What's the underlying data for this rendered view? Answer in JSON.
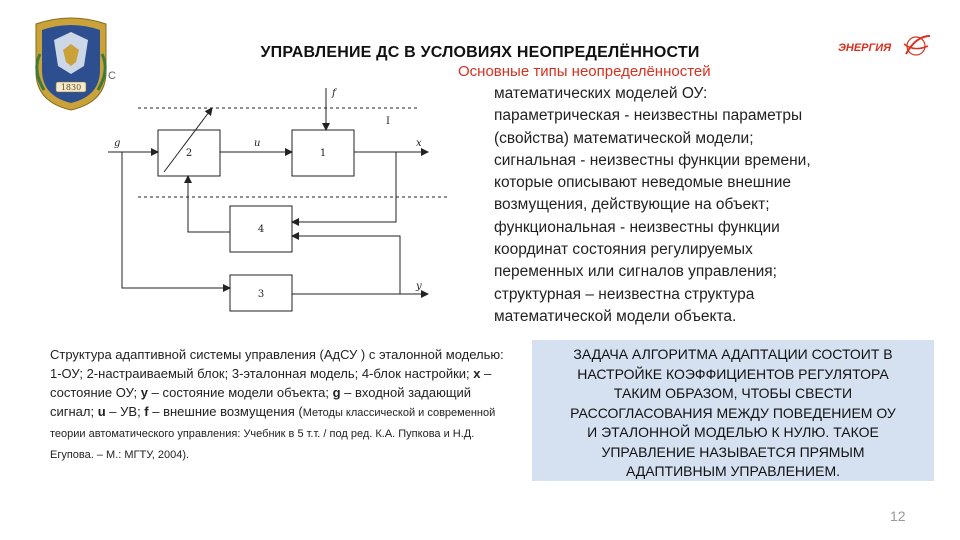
{
  "header": {
    "title": "УПРАВЛЕНИЕ ДС В УСЛОВИЯХ НЕОПРЕДЕЛЁННОСТИ",
    "logo_year": "1830",
    "logo_suffix": "С",
    "brand_name": "ЭНЕРГИЯ"
  },
  "types_section": {
    "heading": "Основные типы неопределённостей",
    "lines": [
      "математических моделей ОУ:",
      "параметрическая - неизвестны параметры",
      "(свойства) математической модели;",
      "сигнальная - неизвестны функции времени,",
      "которые описывают неведомые внешние",
      "возмущения, действующие на объект;",
      "функциональная - неизвестны функции",
      "координат состояния регулируемых",
      "переменных или сигналов управления;",
      "структурная – неизвестна структура",
      "математической модели объекта."
    ]
  },
  "diagram": {
    "block1": "1",
    "block2": "2",
    "block3": "3",
    "block4": "4",
    "signal_g": "g",
    "signal_u": "u",
    "signal_x": "x",
    "signal_f": "f",
    "signal_y": "y",
    "region_label": "I"
  },
  "caption": {
    "t1": "Структура адаптивной системы управления (АдСУ ) с эталонной моделью: 1-ОУ; 2-настраиваемый блок; 3-эталонная модель; 4-блок настройки; ",
    "x": "x",
    "t2": " – состояние ОУ; ",
    "y": "y",
    "t3": " – состояние модели объекта; ",
    "g": "g",
    "t4": " – входной задающий сигнал; ",
    "u": "u",
    "t5": " – УВ; ",
    "f": "f",
    "t6": " – внешние возмущения (",
    "ref": "Методы классической и современной теории автоматического управления: Учебник в 5 т.т. / под ред. К.А. Пупкова и Н.Д. Егупова. – М.: МГТУ, 2004)."
  },
  "task": {
    "lines": [
      "ЗАДАЧА АЛГОРИТМА АДАПТАЦИИ СОСТОИТ В",
      "НАСТРОЙКЕ КОЭФФИЦИЕНТОВ РЕГУЛЯТОРА",
      "ТАКИМ ОБРАЗОМ, ЧТОБЫ СВЕСТИ",
      "РАССОГЛАСОВАНИЯ МЕЖДУ ПОВЕДЕНИЕМ ОУ",
      "И ЭТАЛОННОЙ МОДЕЛЬЮ К НУЛЮ. ТАКОЕ",
      "УПРАВЛЕНИЕ НАЗЫВАЕТСЯ ПРЯМЫМ",
      "АДАПТИВНЫМ УПРАВЛЕНИЕМ."
    ],
    "background": "#d5e1f1"
  },
  "footer": {
    "page_number": "12"
  },
  "colors": {
    "accent_red": "#d9301f",
    "logo_blue": "#2e4f8f",
    "logo_gold": "#c9a23a"
  }
}
